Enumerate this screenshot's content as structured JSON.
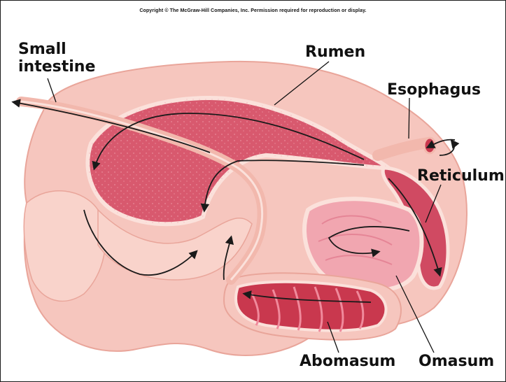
{
  "copyright": "Copyright © The McGraw-Hill Companies, Inc. Permission required for reproduction or display.",
  "labels": {
    "small_intestine_line1": "Small",
    "small_intestine_line2": "intestine",
    "rumen": "Rumen",
    "esophagus": "Esophagus",
    "reticulum": "Reticulum",
    "abomasum": "Abomasum",
    "omasum": "Omasum"
  },
  "colors": {
    "outer_tissue": "#f6c6be",
    "inner_cavity": "#d8596e",
    "wall_highlight": "#fbe1db",
    "flow_arrow": "#1a1a1a"
  }
}
